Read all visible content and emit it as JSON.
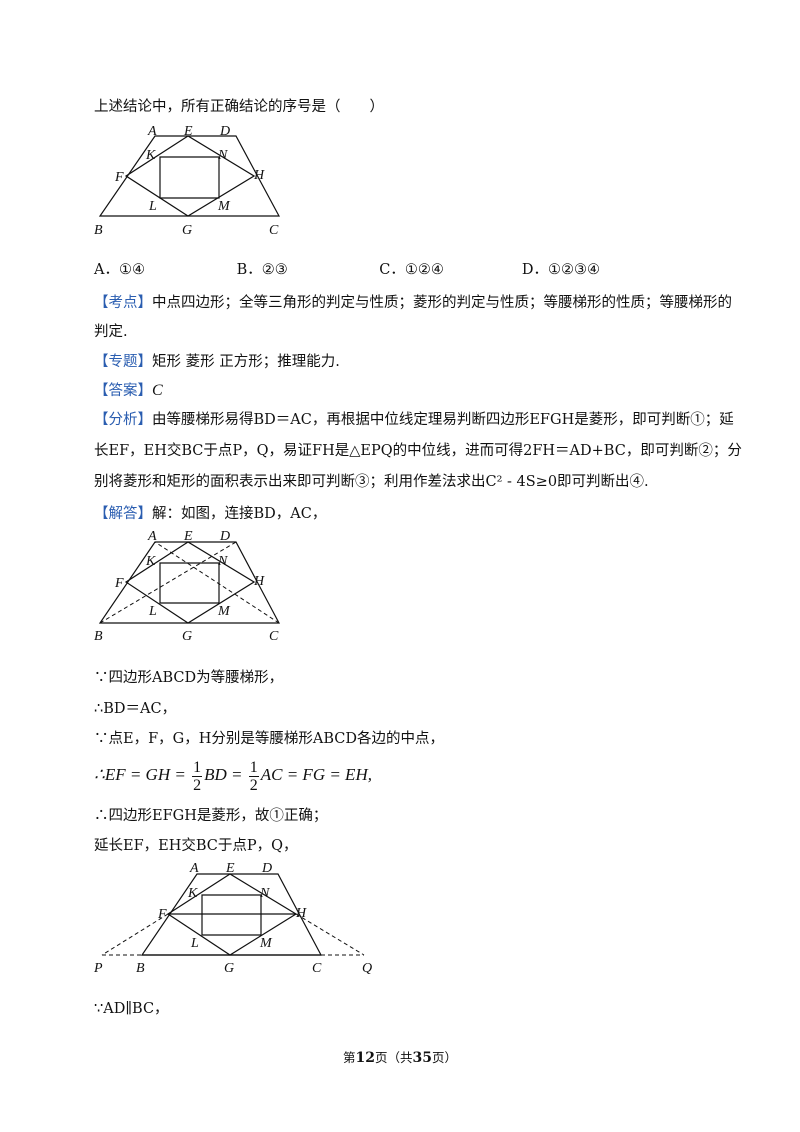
{
  "question": {
    "stem": "上述结论中，所有正确结论的序号是（　　）"
  },
  "options": [
    {
      "letter": "A．",
      "text": "①④"
    },
    {
      "letter": "B．",
      "text": "②③"
    },
    {
      "letter": "C．",
      "text": "①②④"
    },
    {
      "letter": "D．",
      "text": "①②③④"
    }
  ],
  "kaodian": {
    "tag": "【考点】",
    "text": "中点四边形；全等三角形的判定与性质；菱形的判定与性质；等腰梯形的性质；等腰梯形的",
    "text2": "判定."
  },
  "zhuanti": {
    "tag": "【专题】",
    "text": "矩形  菱形  正方形；推理能力."
  },
  "answer": {
    "tag": "【答案】",
    "value": "C"
  },
  "analysis": {
    "tag": "【分析】",
    "line1": "由等腰梯形易得BD＝AC，再根据中位线定理易判断四边形EFGH是菱形，即可判断①；延",
    "line2": "长EF，EH交BC于点P，Q，易证FH是△EPQ的中位线，进而可得2FH＝AD+BC，即可判断②；分",
    "line3": "别将菱形和矩形的面积表示出来即可判断③；利用作差法求出C² - 4S≥0即可判断出④."
  },
  "solution": {
    "tag": "【解答】",
    "intro": "解：如图，连接BD，AC，",
    "s1": "∵四边形ABCD为等腰梯形，",
    "s2": "∴BD＝AC，",
    "s3": "∵点E，F，G，H分别是等腰梯形ABCD各边的中点，",
    "eq_lhs": "∴EF = GH =",
    "eq_mid": "BD =",
    "eq_rhs": "AC = FG = EH,",
    "frac_num": "1",
    "frac_den": "2",
    "s5": "∴四边形EFGH是菱形，故①正确；",
    "s6": "延长EF，EH交BC于点P，Q，",
    "s7": "∵AD∥BC，"
  },
  "figure_labels": {
    "A": "A",
    "E": "E",
    "D": "D",
    "K": "K",
    "N": "N",
    "F": "F",
    "H": "H",
    "L": "L",
    "M": "M",
    "B": "B",
    "G": "G",
    "C": "C",
    "P": "P",
    "Q": "Q"
  },
  "footer": {
    "pre": "第",
    "page": "12",
    "mid": "页（共",
    "total": "35",
    "post": "页）"
  }
}
